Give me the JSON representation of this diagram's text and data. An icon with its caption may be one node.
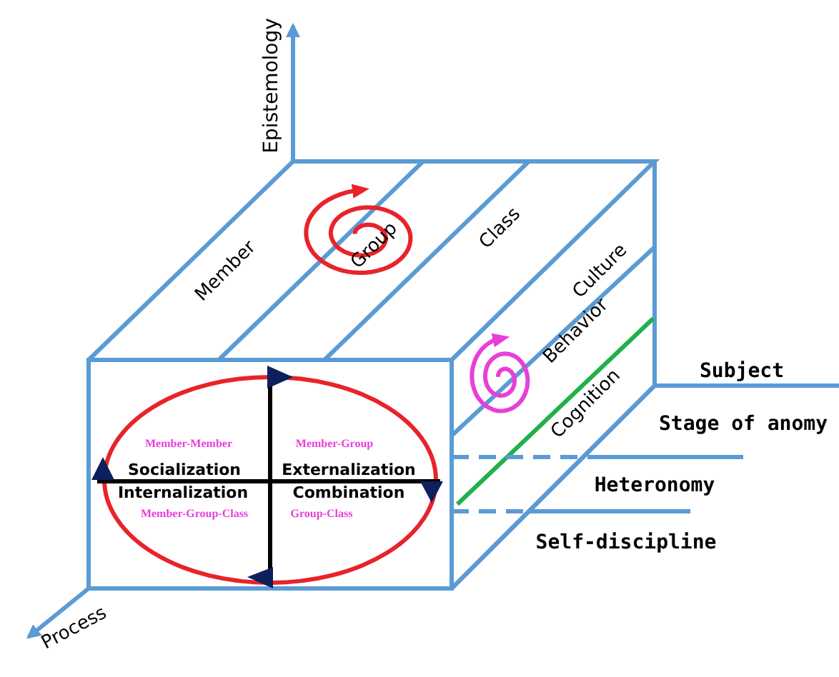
{
  "diagram": {
    "labels": [
      "Epistemology",
      "Member",
      "Group",
      "Class",
      "Culture",
      "Behavior",
      "Subject",
      "Cognition",
      "Stage of anomy",
      "Member-Member",
      "Member-Group",
      "Socialization",
      "Externalization",
      "Internalization",
      "Combination",
      "Heteronomy",
      "Member-Group-Class",
      "Group-Class",
      "Self-discipline",
      "Process"
    ]
  }
}
